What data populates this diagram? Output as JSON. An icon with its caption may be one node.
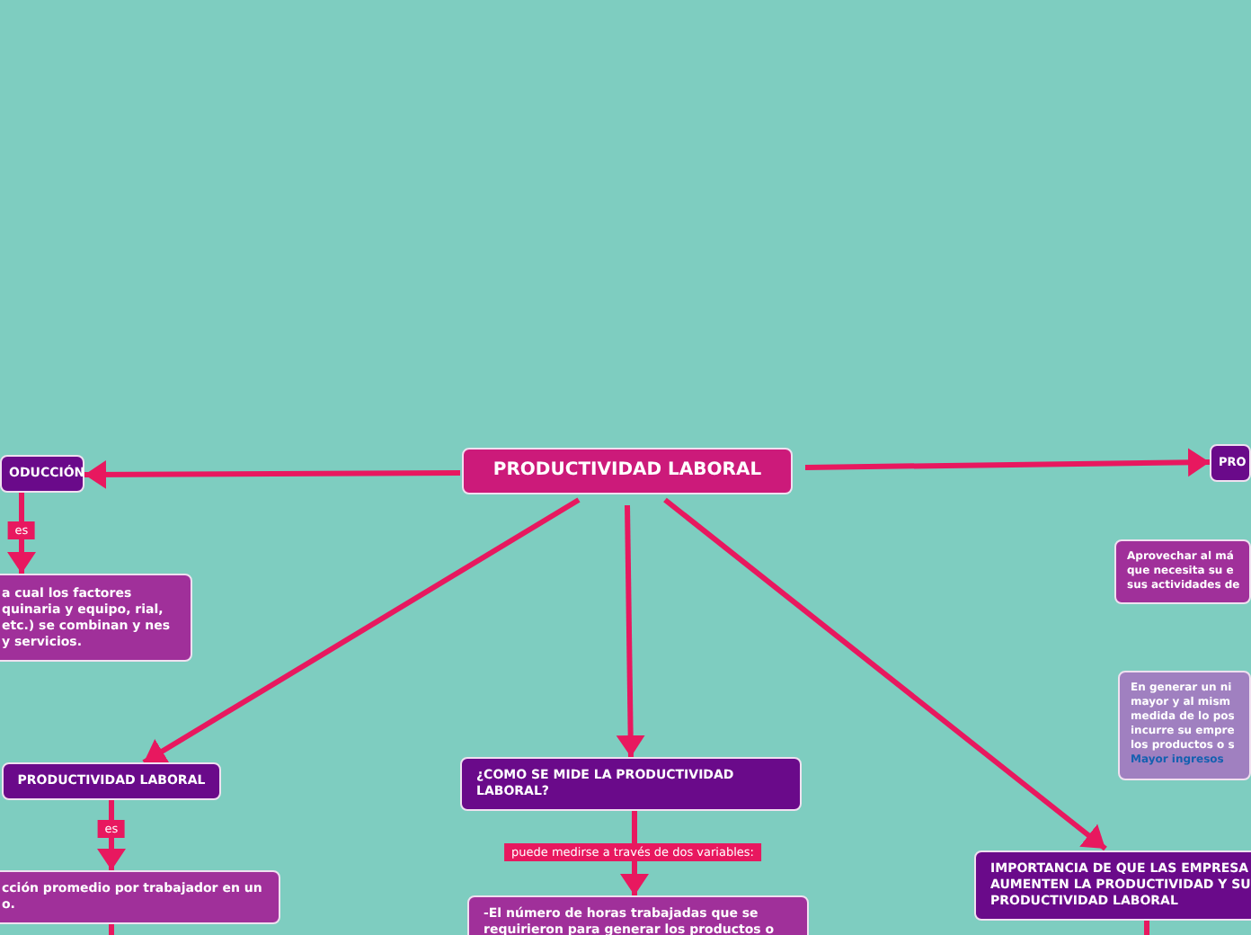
{
  "diagram": {
    "nodes": [
      {
        "text": [
          "PRODUCTIVIDAD LABORAL"
        ]
      },
      {
        "text": [
          "ODUCCIÓN"
        ]
      },
      {
        "text": [
          "a cual los factores quinaria y equipo, rial,  etc.) se combinan y nes y servicios."
        ]
      },
      {
        "text": [
          "PRODUCTIVIDAD LABORAL"
        ]
      },
      {
        "text": [
          "cción promedio por trabajador en un o."
        ]
      },
      {
        "text": [
          "¿COMO SE MIDE LA PRODUCTIVIDAD LABORAL?"
        ]
      },
      {
        "text": [
          "-El número de horas trabajadas que se requirieron para generar los productos o"
        ]
      },
      {
        "text": [
          "PRO"
        ]
      },
      {
        "text": [
          "Aprovechar al má que necesita su e sus actividades de"
        ]
      },
      {
        "text": [
          "En generar un ni mayor y al mism medida de lo pos incurre su empre los productos o s",
          "Mayor ingresos"
        ]
      },
      {
        "text": [
          "IMPORTANCIA DE QUE LAS EMPRESA AUMENTEN LA PRODUCTIVIDAD Y SU PRODUCTIVIDAD LABORAL"
        ]
      }
    ],
    "edges": [
      {
        "from": 0,
        "to": 1,
        "arrow": "to"
      },
      {
        "from": 1,
        "to": 2,
        "arrow": "to",
        "label": "es"
      },
      {
        "from": 0,
        "to": 3,
        "arrow": "to"
      },
      {
        "from": 3,
        "to": 4,
        "arrow": "to",
        "label": "es"
      },
      {
        "from": 4,
        "to": null,
        "arrow": "none"
      },
      {
        "from": 0,
        "to": 5,
        "arrow": "to"
      },
      {
        "from": 5,
        "to": 6,
        "arrow": "to",
        "label": "puede medirse a través de dos variables:"
      },
      {
        "from": 0,
        "to": 7,
        "arrow": "to"
      },
      {
        "from": 0,
        "to": 10,
        "arrow": "to"
      },
      {
        "from": 10,
        "to": null,
        "arrow": "none"
      }
    ]
  }
}
